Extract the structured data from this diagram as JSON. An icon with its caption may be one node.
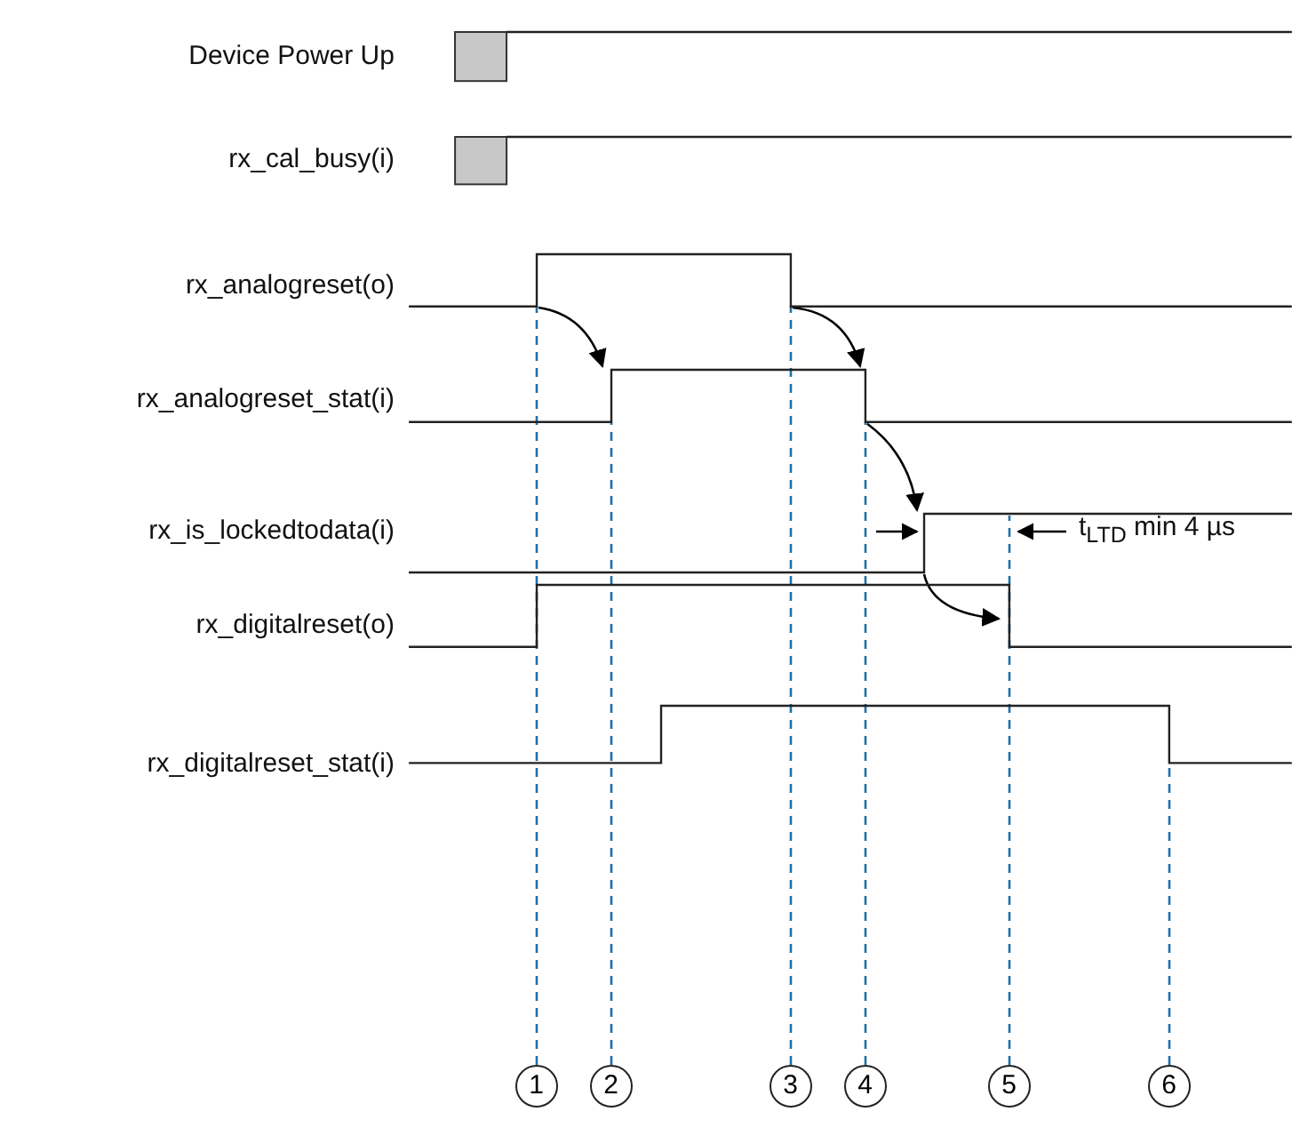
{
  "diagram": {
    "nodes": [
      {
        "text": [
          "Device Power Up"
        ]
      },
      {
        "text": [
          "rx_cal_busy(i)"
        ]
      },
      {
        "text": [
          "rx_analogreset(o)"
        ]
      },
      {
        "text": [
          "rx_analogreset_stat(i)"
        ]
      },
      {
        "text": [
          "rx_is_lockedtodata(i)"
        ]
      },
      {
        "text": [
          "rx_digitalreset(o)"
        ]
      },
      {
        "text": [
          "rx_digitalreset_stat(i)"
        ]
      },
      {
        "text": [
          "1"
        ]
      },
      {
        "text": [
          "2"
        ]
      },
      {
        "text": [
          "3"
        ]
      },
      {
        "text": [
          "4"
        ]
      },
      {
        "text": [
          "5"
        ]
      },
      {
        "text": [
          "6"
        ]
      }
    ],
    "edges": [
      {
        "from": 7,
        "to": 2,
        "arrow": "none",
        "style": "dashed"
      },
      {
        "from": 8,
        "to": 3,
        "arrow": "none",
        "style": "dashed"
      },
      {
        "from": 9,
        "to": 2,
        "arrow": "none",
        "style": "dashed"
      },
      {
        "from": 10,
        "to": 3,
        "arrow": "none",
        "style": "dashed"
      },
      {
        "from": 11,
        "to": 4,
        "arrow": "none",
        "style": "dashed"
      },
      {
        "from": 12,
        "to": 6,
        "arrow": "none",
        "style": "dashed"
      },
      {
        "from": 2,
        "to": 3,
        "arrow": "to",
        "color": "#000000"
      },
      {
        "from": 2,
        "to": 3,
        "arrow": "to",
        "color": "#000000"
      },
      {
        "from": 3,
        "to": 4,
        "arrow": "to",
        "color": "#000000"
      },
      {
        "from": 4,
        "to": 5,
        "arrow": "to",
        "color": "#000000"
      }
    ],
    "labels": [
      "t$_{LTD}$ min 4 µs"
    ]
  }
}
